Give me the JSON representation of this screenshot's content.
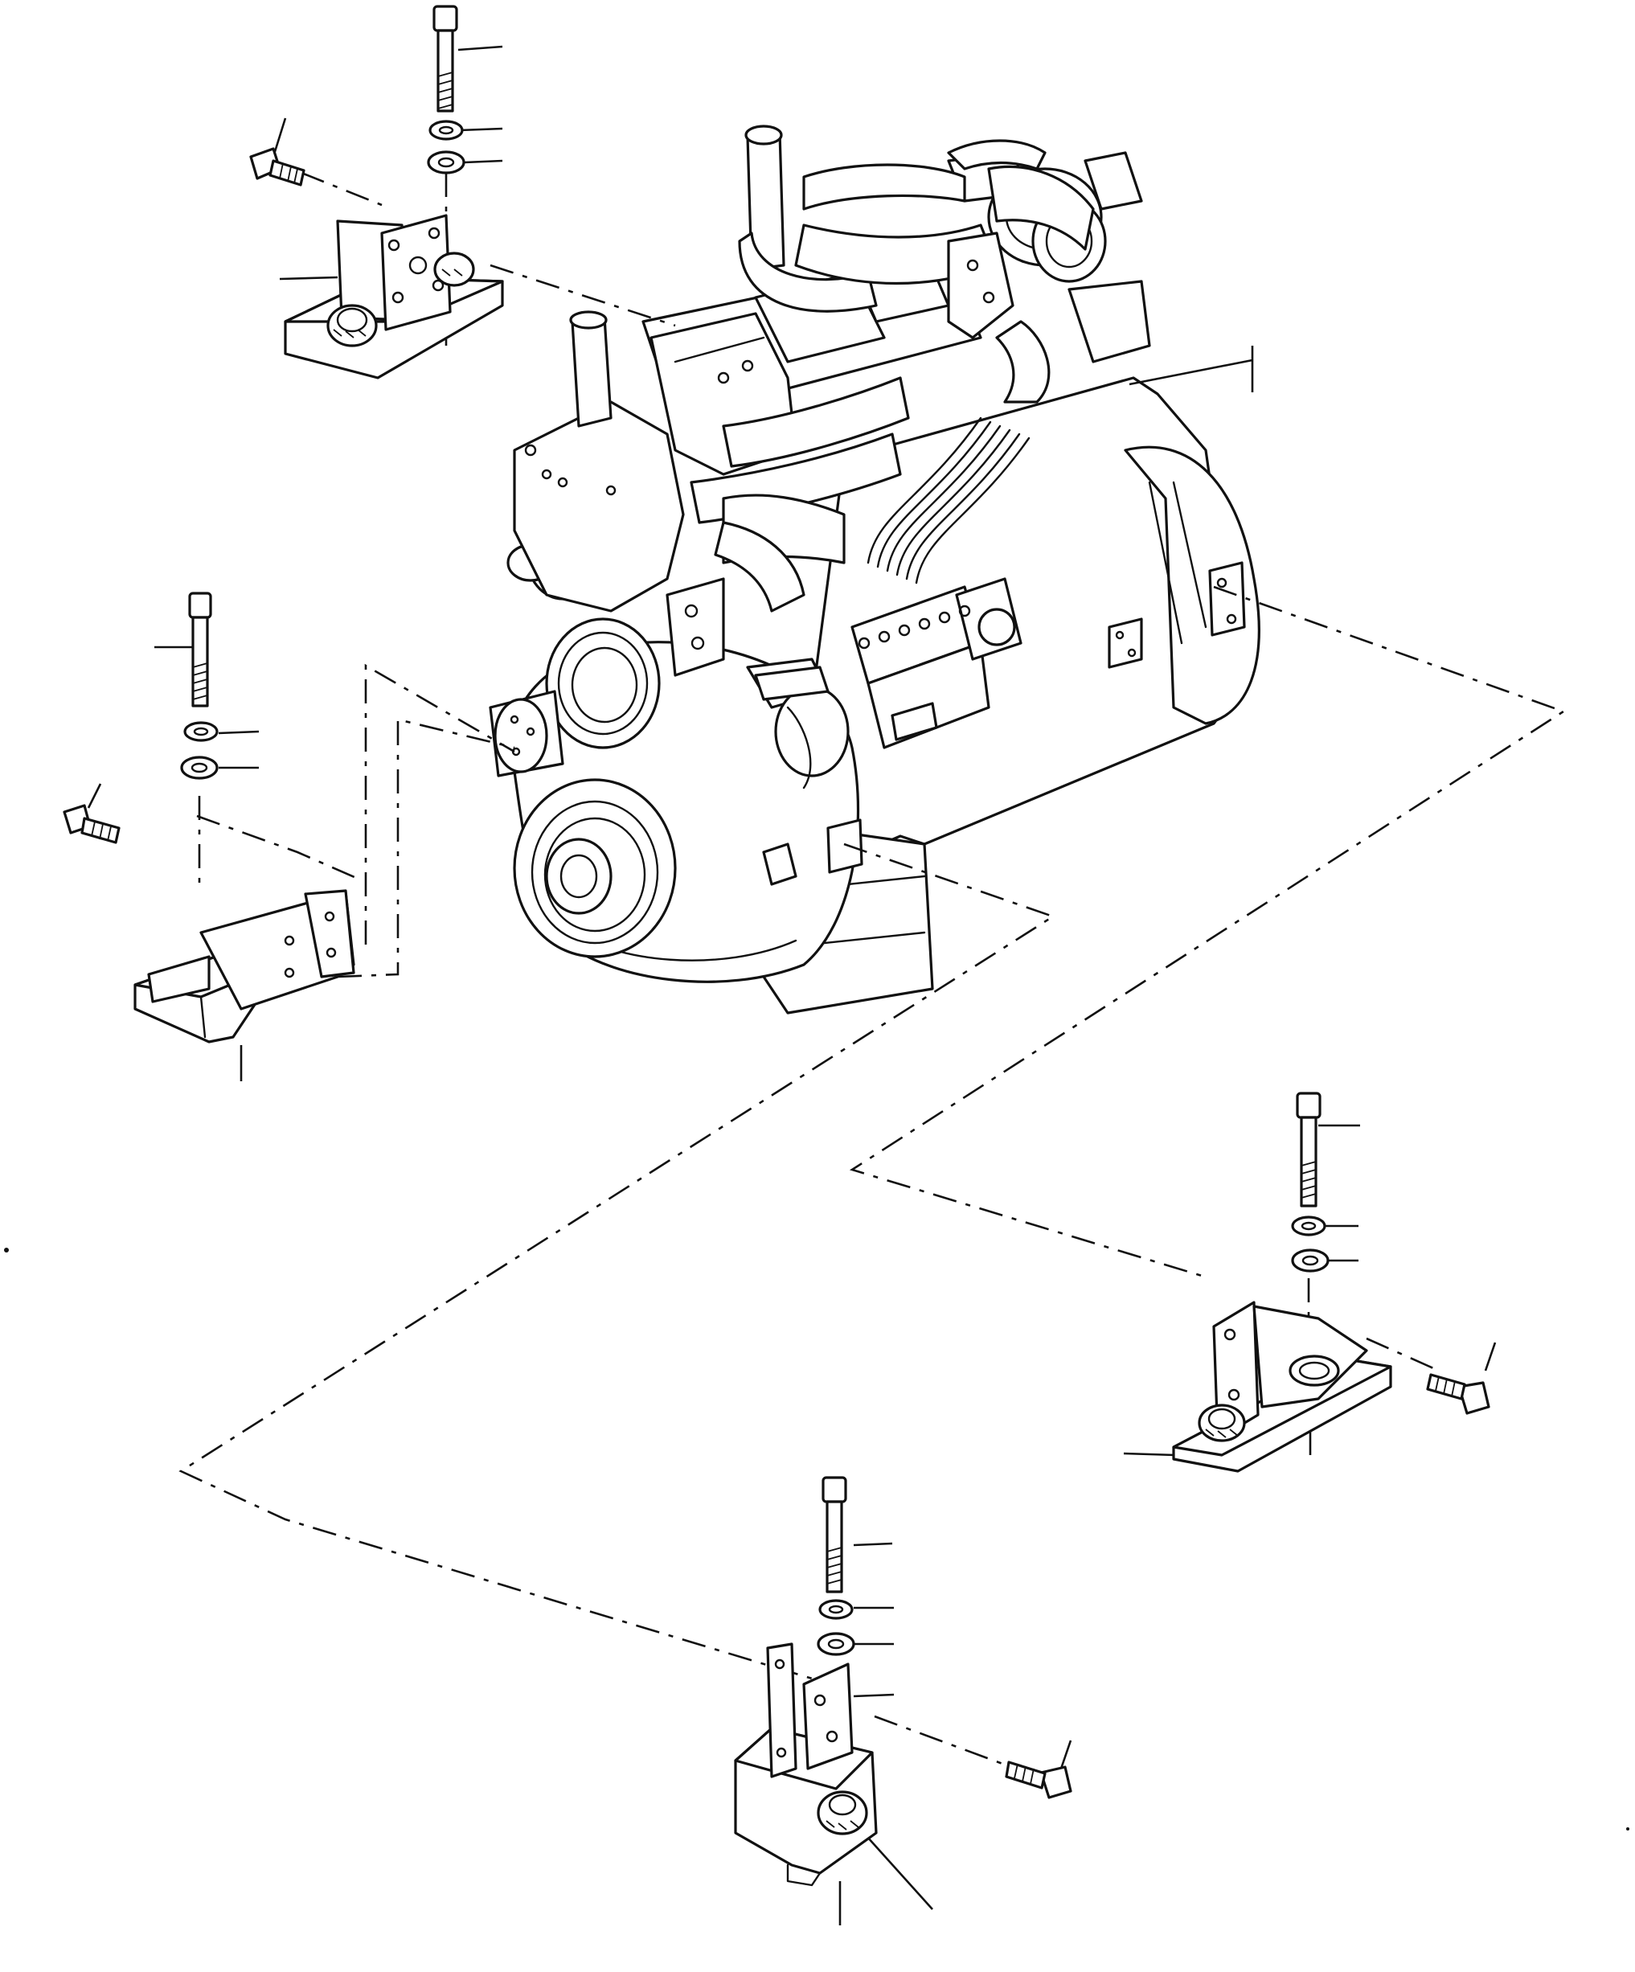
{
  "diagram": {
    "subject": "engine-mounting-exploded-view",
    "parts": [
      {
        "id": "engine-assembly",
        "icon": "engine-icon"
      },
      {
        "id": "mount-front-left",
        "icon": "engine-mount-icon"
      },
      {
        "id": "mount-rear-left",
        "icon": "engine-mount-icon"
      },
      {
        "id": "mount-rear-right",
        "icon": "engine-mount-icon"
      },
      {
        "id": "mount-front-right",
        "icon": "engine-mount-icon"
      }
    ],
    "line_color": "#111111",
    "background": "#ffffff"
  }
}
